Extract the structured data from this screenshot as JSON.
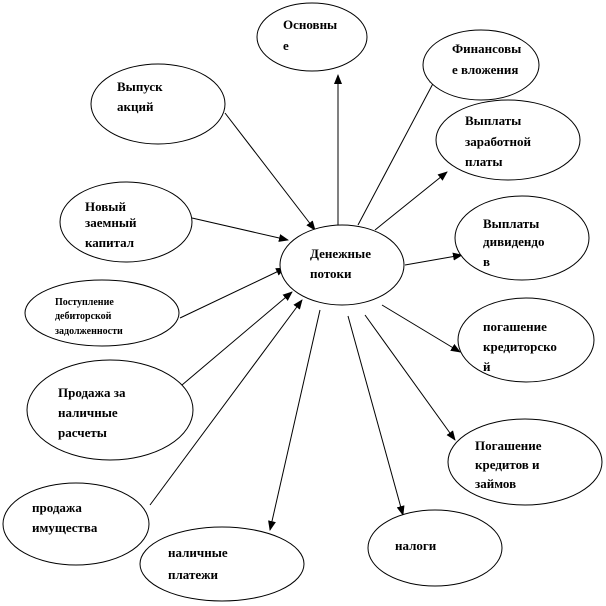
{
  "diagram": {
    "center": {
      "lines": [
        "Денежные",
        "потоки"
      ]
    },
    "outflows": [
      {
        "id": "osnovnye",
        "lines": [
          "Основны",
          "е"
        ]
      },
      {
        "id": "finansovye",
        "lines": [
          "Финансовы",
          "е вложения"
        ]
      },
      {
        "id": "zarplata",
        "lines": [
          "Выплаты",
          "заработной",
          "платы"
        ]
      },
      {
        "id": "dividendy",
        "lines": [
          "Выплаты",
          "дивидендо",
          "в"
        ]
      },
      {
        "id": "kreditorskoy",
        "lines": [
          "погашение",
          "кредиторско",
          "й"
        ]
      },
      {
        "id": "kredity",
        "lines": [
          "Погашение",
          "кредитов и",
          "займов"
        ]
      },
      {
        "id": "nalogi",
        "lines": [
          "налоги"
        ]
      },
      {
        "id": "nalichnye-platezhi",
        "lines": [
          "наличные",
          "платежи"
        ]
      }
    ],
    "inflows": [
      {
        "id": "vypusk-akciy",
        "lines": [
          "Выпуск",
          "акций"
        ]
      },
      {
        "id": "zaemny-kapital",
        "lines": [
          "Новый",
          "заемный",
          "капитал"
        ]
      },
      {
        "id": "debitorskoy",
        "lines": [
          "Поступление",
          "дебиторской",
          "задолженности"
        ]
      },
      {
        "id": "prodazha-nalichnye",
        "lines": [
          "Продажа за",
          "наличные",
          "расчеты"
        ]
      },
      {
        "id": "prodazha-imushchestva",
        "lines": [
          "продажа",
          "имущества"
        ]
      }
    ]
  }
}
